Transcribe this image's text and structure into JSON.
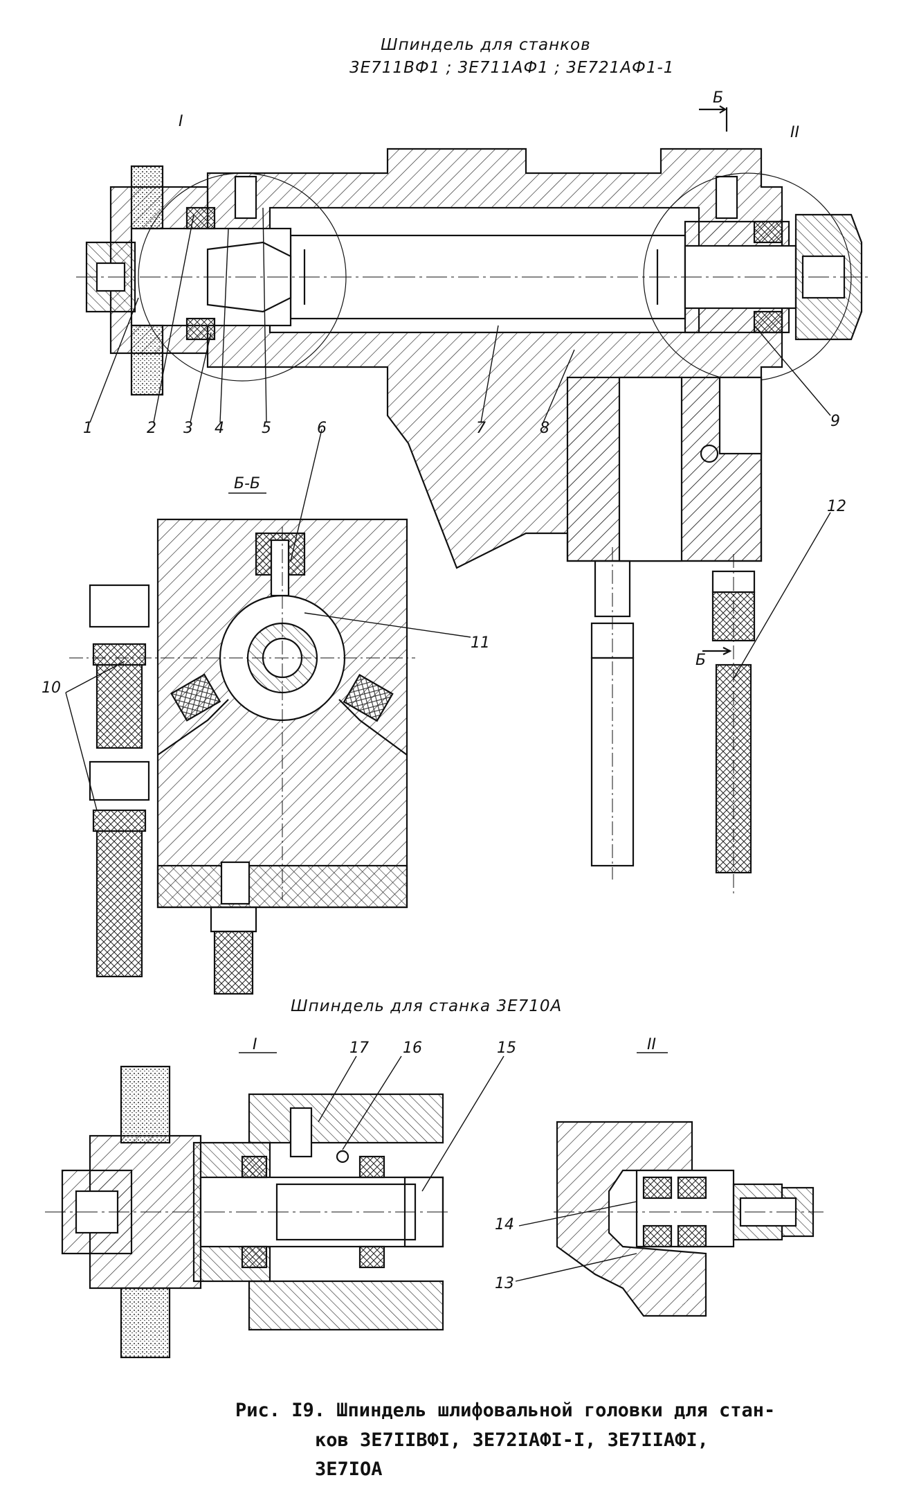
{
  "titles": {
    "main_line1": "Шпиндель для станков",
    "main_line2": "3Е711ВФ1 ; 3Е711АФ1 ; 3Е721АФ1-1",
    "bottom": "Шпиндель для станка 3Е710А"
  },
  "views": {
    "section": "Б-Б",
    "detail_1": "I",
    "detail_2": "II",
    "section_mark": "Б"
  },
  "callouts": [
    "1",
    "2",
    "3",
    "4",
    "5",
    "6",
    "7",
    "8",
    "9",
    "10",
    "11",
    "12",
    "13",
    "14",
    "15",
    "16",
    "17"
  ],
  "caption": {
    "line1": "Рис. I9. Шпиндель шлифовальной головки для стан-",
    "line2": "ков 3Е7IIВФI, 3Е72IАФI-I, 3Е7IIАФI,",
    "line3": "3Е7IOА"
  }
}
